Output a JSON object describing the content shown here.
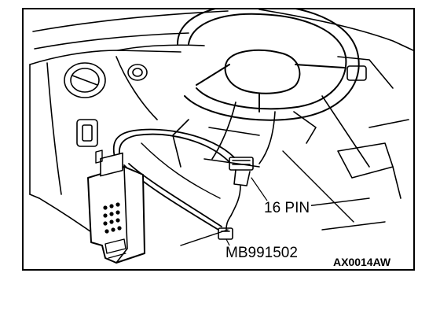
{
  "labels": {
    "connector": "16 PIN",
    "tool": "MB991502",
    "figure_code": "AX0014AW"
  },
  "colors": {
    "ink": "#000000",
    "paper": "#ffffff"
  }
}
